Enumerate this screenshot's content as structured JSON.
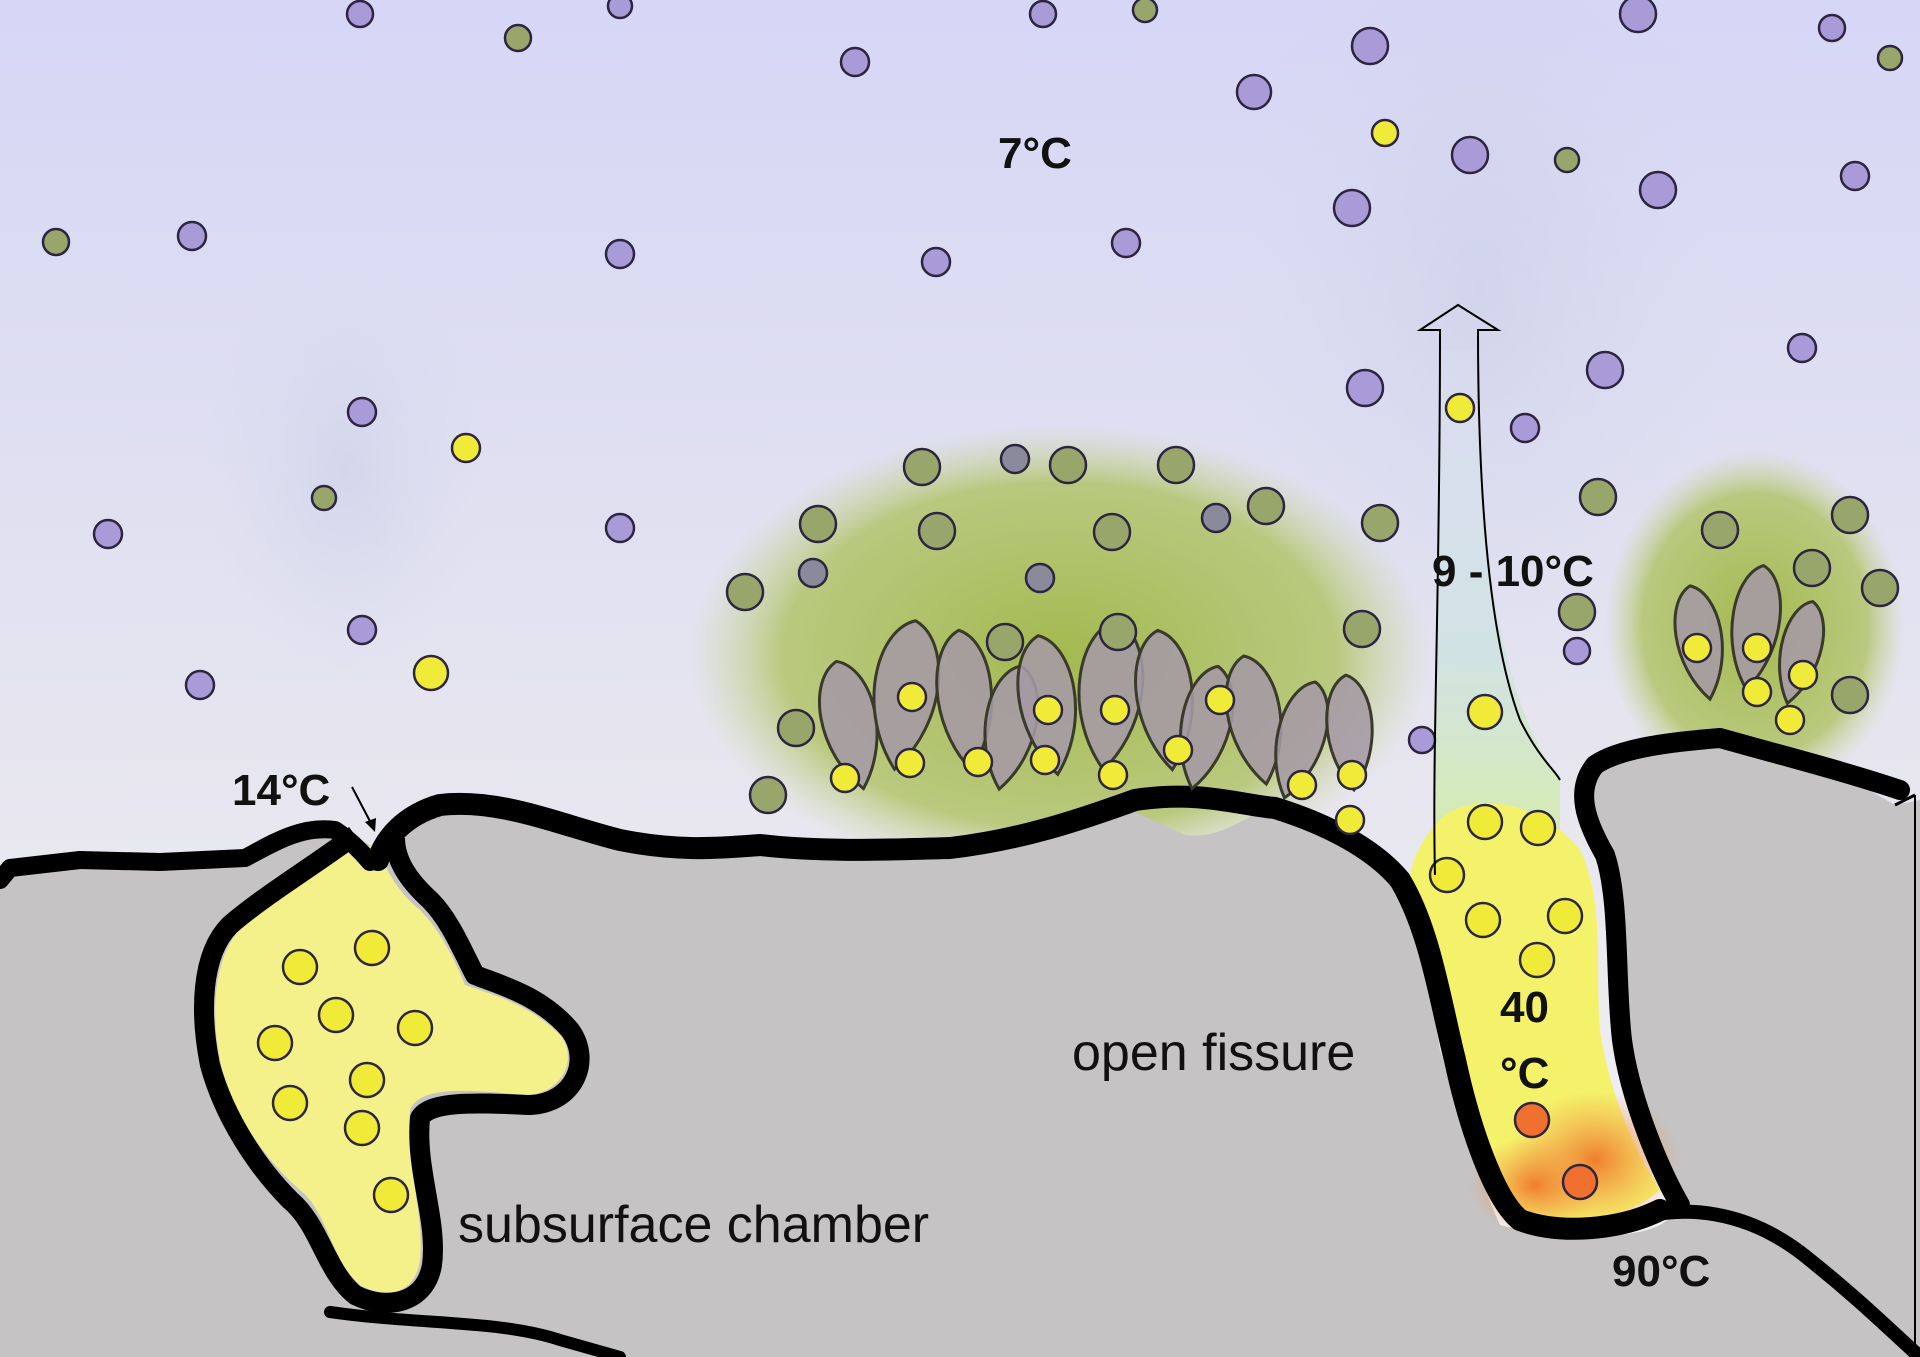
{
  "labels": {
    "ambient_temp": "7°C",
    "chamber_vent_temp": "14°C",
    "plume_temp": "9 - 10°C",
    "fissure_mid_temp_value": "40",
    "fissure_mid_temp_unit": "°C",
    "fissure_base_temp": "90°C",
    "open_fissure": "open fissure",
    "subsurface_chamber": "subsurface chamber"
  },
  "colors": {
    "water_top": "#d6d6f5",
    "water_bottom": "#f3f3f3",
    "rock": "#c5c3c3",
    "rock_outline": "#000000",
    "fluid_warm": "#f4f08a",
    "fluid_hot": "#f2822a",
    "bacteria_mat": "#a6bb55",
    "mussel": "#a59aa5",
    "particle_purple": "#a99ad8",
    "particle_olive": "#98a56b",
    "particle_yellow": "#f0eb38",
    "particle_orange": "#f07030"
  },
  "icons": {
    "flow_arrow": "up-arrow-icon",
    "vent_pointer": "pointer-arrow-icon"
  }
}
